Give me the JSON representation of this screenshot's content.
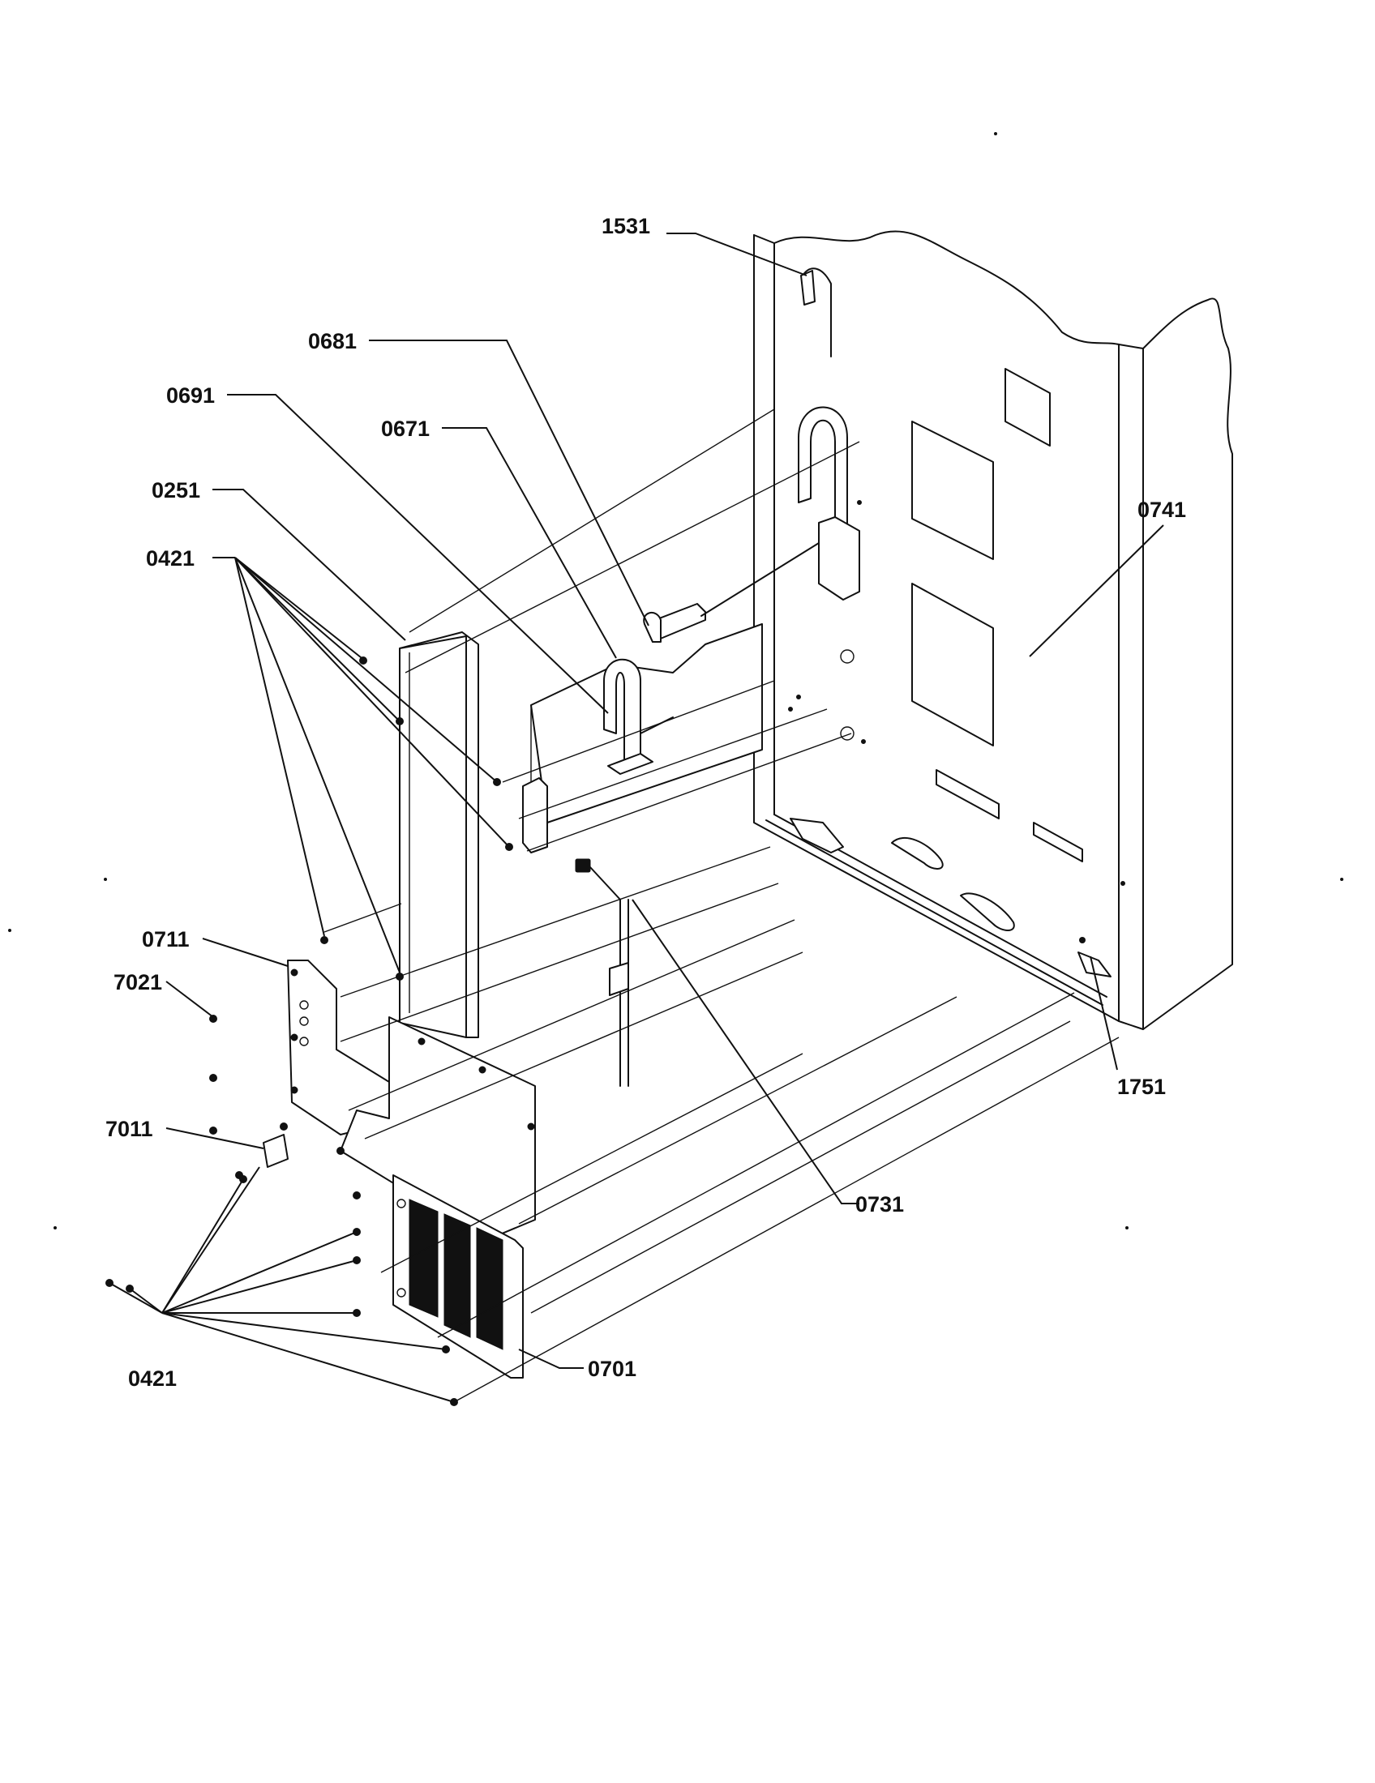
{
  "callouts": {
    "p1531": "1531",
    "p0681": "0681",
    "p0691": "0691",
    "p0671": "0671",
    "p0251": "0251",
    "p0421_top": "0421",
    "p0741": "0741",
    "p0711": "0711",
    "p7021": "7021",
    "p7011": "7011",
    "p0731": "0731",
    "p1751": "1751",
    "p0421_bottom": "0421",
    "p0701": "0701"
  }
}
